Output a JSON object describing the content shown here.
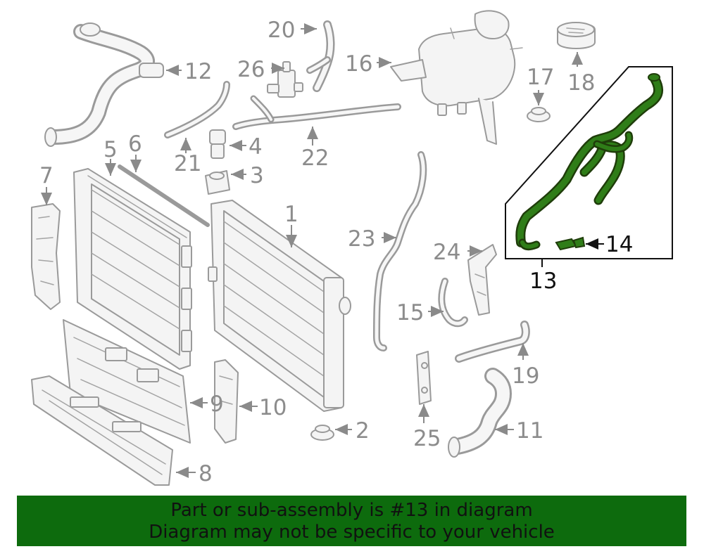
{
  "diagram": {
    "callouts": {
      "c1": "1",
      "c2": "2",
      "c3": "3",
      "c4": "4",
      "c5": "5",
      "c6": "6",
      "c7": "7",
      "c8": "8",
      "c9": "9",
      "c10": "10",
      "c11": "11",
      "c12": "12",
      "c13": "13",
      "c14": "14",
      "c15": "15",
      "c16": "16",
      "c17": "17",
      "c18": "18",
      "c19": "19",
      "c20": "20",
      "c21": "21",
      "c22": "22",
      "c23": "23",
      "c24": "24",
      "c25": "25",
      "c26": "26"
    },
    "highlight_color": "#2f7d18",
    "line_color": "#9a9a9a"
  },
  "banner": {
    "line1": "Part or sub-assembly is #13 in diagram",
    "line2": "Diagram may not be specific to your vehicle",
    "background": "#0d6b0d"
  }
}
